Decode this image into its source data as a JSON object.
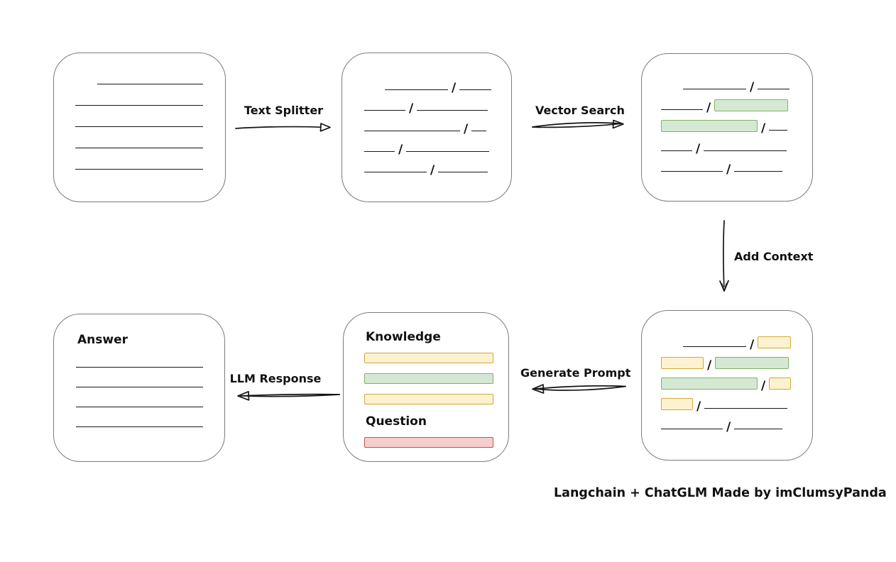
{
  "diagram": {
    "title_caption": "Langchain + ChatGLM Made by imClumsyPanda",
    "slash_glyph": "/",
    "colors": {
      "box_border": "#7b7b7b",
      "line": "#161616",
      "green": {
        "fill": "#d5e8d4",
        "border": "#82b366"
      },
      "yellow": {
        "fill": "#fdf2cf",
        "border": "#d0a739"
      },
      "red": {
        "fill": "#f6cfcd",
        "border": "#b85450"
      }
    },
    "arrows": {
      "text_splitter": {
        "label": "Text Splitter",
        "direction": "right"
      },
      "vector_search": {
        "label": "Vector Search",
        "direction": "right"
      },
      "add_context": {
        "label": "Add Context",
        "direction": "down"
      },
      "generate_prompt": {
        "label": "Generate Prompt",
        "direction": "left"
      },
      "llm_response": {
        "label": "LLM Response",
        "direction": "left"
      }
    },
    "boxes": {
      "document": {
        "rows": [
          {
            "indent": 31,
            "segments": [
              {
                "kind": "line",
                "w": 149
              }
            ]
          },
          {
            "indent": 0,
            "segments": [
              {
                "kind": "line",
                "w": 180
              }
            ]
          },
          {
            "indent": 0,
            "segments": [
              {
                "kind": "line",
                "w": 180
              }
            ]
          },
          {
            "indent": 0,
            "segments": [
              {
                "kind": "line",
                "w": 180
              }
            ]
          },
          {
            "indent": 0,
            "segments": [
              {
                "kind": "line",
                "w": 180
              }
            ]
          }
        ]
      },
      "split": {
        "rows": [
          {
            "indent": 29,
            "segments": [
              {
                "kind": "line",
                "w": 89
              },
              {
                "kind": "line",
                "w": 45
              }
            ]
          },
          {
            "indent": 0,
            "segments": [
              {
                "kind": "line",
                "w": 58
              },
              {
                "kind": "line",
                "w": 100
              }
            ]
          },
          {
            "indent": 0,
            "segments": [
              {
                "kind": "line",
                "w": 135
              },
              {
                "kind": "line",
                "w": 21
              }
            ]
          },
          {
            "indent": 0,
            "segments": [
              {
                "kind": "line",
                "w": 43
              },
              {
                "kind": "line",
                "w": 117
              }
            ]
          },
          {
            "indent": 0,
            "segments": [
              {
                "kind": "line",
                "w": 88
              },
              {
                "kind": "line",
                "w": 70
              }
            ]
          }
        ]
      },
      "vector": {
        "rows": [
          {
            "indent": 31,
            "segments": [
              {
                "kind": "line",
                "w": 89
              },
              {
                "kind": "line",
                "w": 45
              }
            ]
          },
          {
            "indent": 0,
            "segments": [
              {
                "kind": "line",
                "w": 59
              },
              {
                "kind": "bar",
                "color": "green",
                "w": 104
              }
            ]
          },
          {
            "indent": 0,
            "segments": [
              {
                "kind": "bar",
                "color": "green",
                "w": 136
              },
              {
                "kind": "line",
                "w": 26
              }
            ]
          },
          {
            "indent": 0,
            "segments": [
              {
                "kind": "line",
                "w": 44
              },
              {
                "kind": "line",
                "w": 117
              }
            ]
          },
          {
            "indent": 0,
            "segments": [
              {
                "kind": "line",
                "w": 87
              },
              {
                "kind": "line",
                "w": 68
              }
            ]
          }
        ]
      },
      "context": {
        "rows": [
          {
            "indent": 31,
            "segments": [
              {
                "kind": "line",
                "w": 89
              },
              {
                "kind": "bar",
                "color": "yellow",
                "w": 47
              }
            ]
          },
          {
            "indent": 0,
            "segments": [
              {
                "kind": "bar",
                "color": "yellow",
                "w": 60
              },
              {
                "kind": "bar",
                "color": "green",
                "w": 104
              }
            ]
          },
          {
            "indent": 0,
            "segments": [
              {
                "kind": "bar",
                "color": "green",
                "w": 136
              },
              {
                "kind": "bar",
                "color": "yellow",
                "w": 31
              }
            ]
          },
          {
            "indent": 0,
            "segments": [
              {
                "kind": "bar",
                "color": "yellow",
                "w": 45
              },
              {
                "kind": "line",
                "w": 117
              }
            ]
          },
          {
            "indent": 0,
            "segments": [
              {
                "kind": "line",
                "w": 87
              },
              {
                "kind": "line",
                "w": 68
              }
            ]
          }
        ]
      },
      "prompt": {
        "items": [
          {
            "kind": "label",
            "text": "Knowledge"
          },
          {
            "kind": "bar",
            "color": "yellow"
          },
          {
            "kind": "bar",
            "color": "green"
          },
          {
            "kind": "bar",
            "color": "yellow"
          },
          {
            "kind": "label",
            "text": "Question"
          },
          {
            "kind": "bar",
            "color": "red"
          }
        ]
      },
      "answer": {
        "label": "Answer",
        "line_count": 4
      }
    }
  }
}
